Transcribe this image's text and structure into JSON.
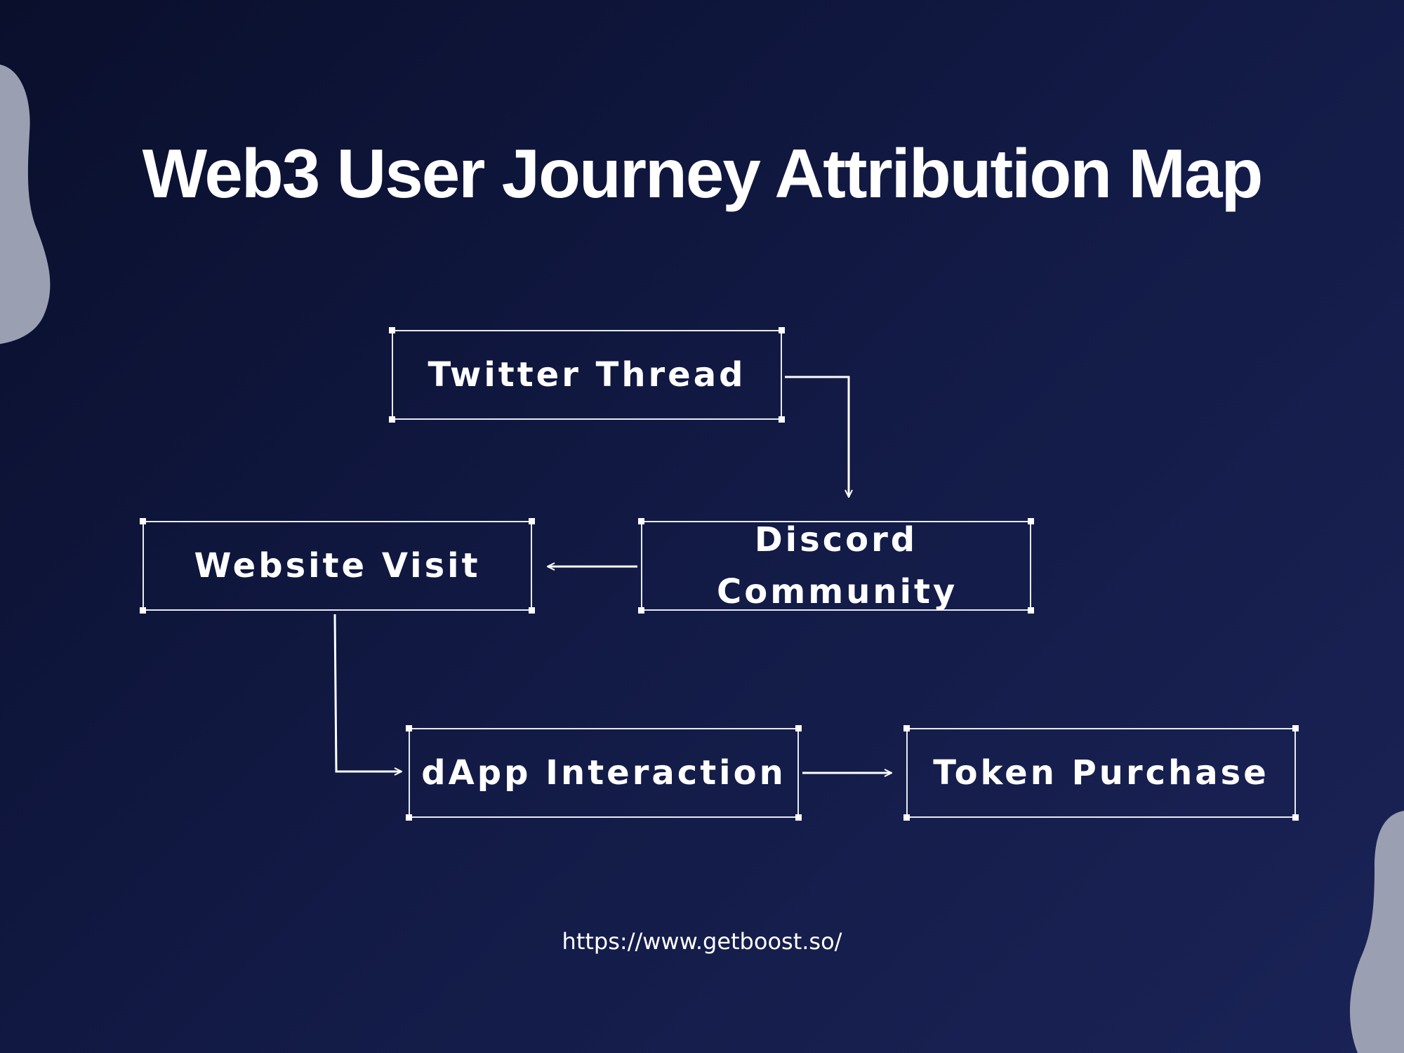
{
  "title": "Web3 User Journey Attribution Map",
  "nodes": {
    "twitter": "Twitter Thread",
    "discord": "Discord Community",
    "website": "Website Visit",
    "dapp": "dApp Interaction",
    "token": "Token Purchase"
  },
  "connections": [
    {
      "from": "Twitter Thread",
      "to": "Discord Community"
    },
    {
      "from": "Discord Community",
      "to": "Website Visit"
    },
    {
      "from": "Website Visit",
      "to": "dApp Interaction"
    },
    {
      "from": "dApp Interaction",
      "to": "Token Purchase"
    }
  ],
  "footer": {
    "url": "https://www.getboost.so/"
  },
  "colors": {
    "background_start": "#0a0f2c",
    "background_end": "#1a2356",
    "foreground": "#ffffff",
    "blob": "#9aa0b2"
  }
}
